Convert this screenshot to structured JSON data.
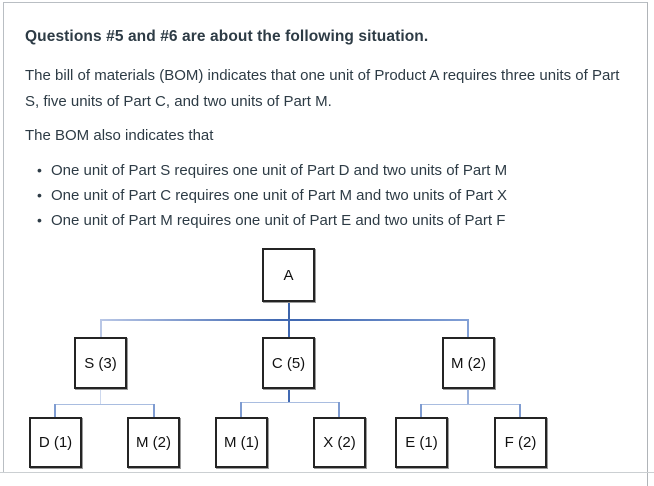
{
  "page": {
    "title": "Questions #5 and #6 are about the following situation.",
    "paragraph1": "The bill of materials (BOM) indicates that one unit of Product A requires three units of Part S, five units of Part C, and two units of Part M.",
    "paragraph2": "The BOM also indicates that",
    "bullet_glyph": "•",
    "bullets": [
      "One unit of Part S requires one unit of Part D and two units of Part M",
      "One unit of Part C requires one unit of Part M and two units of Part X",
      "One unit of Part M requires one unit of Part E and two units of Part F"
    ]
  },
  "diagram": {
    "type": "bom-tree",
    "nodes": [
      {
        "id": "A",
        "label": "A",
        "level": 1
      },
      {
        "id": "S",
        "label": "S (3)",
        "level": 2
      },
      {
        "id": "C",
        "label": "C (5)",
        "level": 2
      },
      {
        "id": "M",
        "label": "M (2)",
        "level": 2
      },
      {
        "id": "D",
        "label": "D (1)",
        "level": 3
      },
      {
        "id": "M-S",
        "label": "M (2)",
        "level": 3
      },
      {
        "id": "M-C",
        "label": "M (1)",
        "level": 3
      },
      {
        "id": "X",
        "label": "X (2)",
        "level": 3
      },
      {
        "id": "E",
        "label": "E (1)",
        "level": 3
      },
      {
        "id": "F",
        "label": "F (2)",
        "level": 3
      }
    ],
    "edges": [
      {
        "from": "A",
        "to": "S",
        "qty": 3
      },
      {
        "from": "A",
        "to": "C",
        "qty": 5
      },
      {
        "from": "A",
        "to": "M",
        "qty": 2
      },
      {
        "from": "S",
        "to": "D",
        "qty": 1
      },
      {
        "from": "S",
        "to": "M-S",
        "qty": 2
      },
      {
        "from": "C",
        "to": "M-C",
        "qty": 1
      },
      {
        "from": "C",
        "to": "X",
        "qty": 2
      },
      {
        "from": "M",
        "to": "E",
        "qty": 1
      },
      {
        "from": "M",
        "to": "F",
        "qty": 2
      }
    ]
  },
  "colors": {
    "text": "#2d3b45",
    "box_border": "#242424",
    "frame_border": "#b9bec3",
    "connector_dark": "#4169b2",
    "connector_medium": "#7f9cd1",
    "connector_light": "#a9bde0"
  }
}
